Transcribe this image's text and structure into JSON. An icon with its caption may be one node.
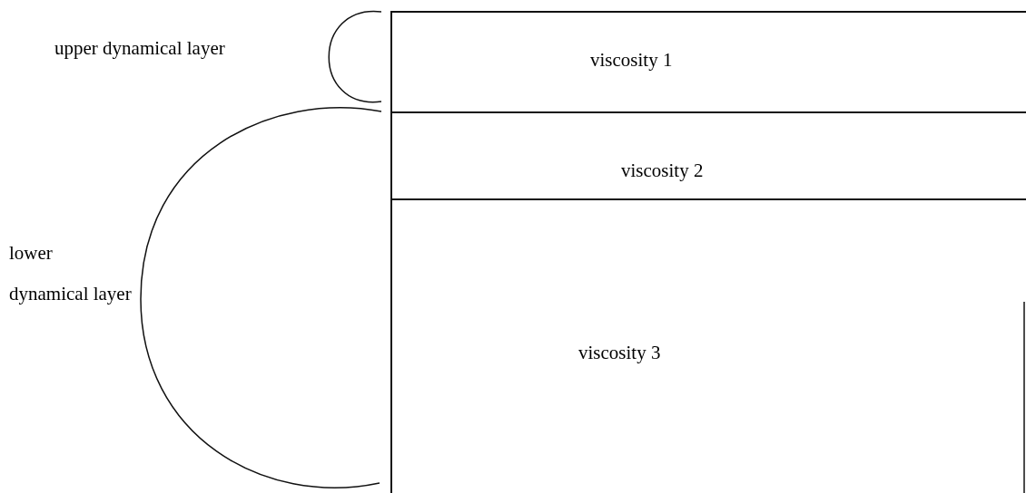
{
  "diagram": {
    "nodes": [
      {
        "text": [
          "viscosity 1"
        ]
      },
      {
        "text": [
          "viscosity 2"
        ]
      },
      {
        "text": [
          "viscosity 3"
        ]
      }
    ],
    "labels": [
      "upper dynamical layer",
      "lower dynamical layer"
    ]
  }
}
